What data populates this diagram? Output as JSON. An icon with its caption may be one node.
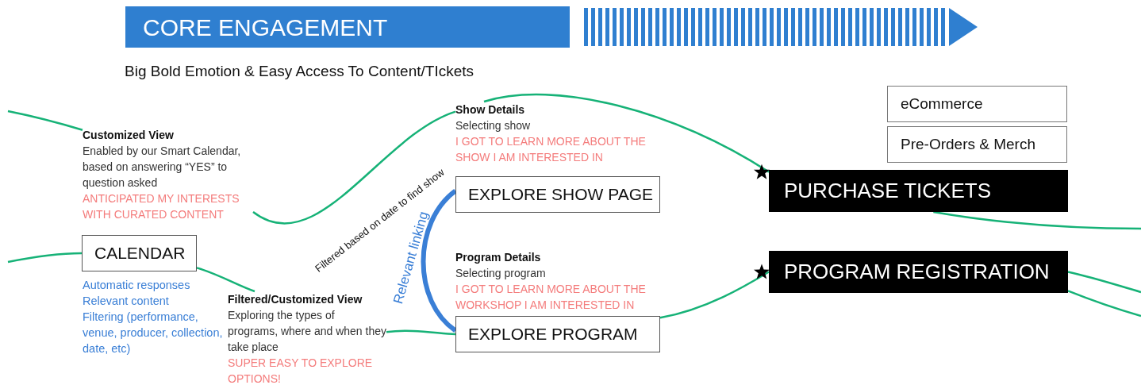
{
  "diagram": {
    "title": "CORE ENGAGEMENT",
    "nodes": [
      {
        "text": [
          "Customized View",
          "Enabled by our Smart Calendar, based on answering “YES” to question asked",
          "ANTICIPATED MY INTERESTS WITH CURATED CONTENT"
        ]
      },
      {
        "text": [
          "CALENDAR"
        ],
        "beside": [
          "Automatic responses",
          "Relevant content",
          "Filtering (performance, venue, producer, collection, date, etc)"
        ]
      },
      {
        "text": [
          "Filtered/Customized View",
          "Exploring the types of programs, where and when they take place",
          "SUPER EASY TO EXPLORE OPTIONS!"
        ]
      },
      {
        "text": [
          "Show Details",
          "Selecting show",
          "I GOT TO LEARN MORE ABOUT THE SHOW I AM INTERESTED IN"
        ]
      },
      {
        "text": [
          "EXPLORE SHOW PAGE"
        ]
      },
      {
        "text": [
          "Program Details",
          "Selecting program",
          "I GOT TO LEARN MORE ABOUT THE WORKSHOP I AM INTERESTED IN"
        ]
      },
      {
        "text": [
          "EXPLORE PROGRAM"
        ]
      },
      {
        "text": [
          "eCommerce"
        ]
      },
      {
        "text": [
          "Pre-Orders & Merch"
        ]
      },
      {
        "text": [
          "PURCHASE TICKETS"
        ]
      },
      {
        "text": [
          "PROGRAM REGISTRATION"
        ]
      }
    ],
    "edges": [
      {
        "from": null,
        "to": 0,
        "arrow": "none"
      },
      {
        "from": 0,
        "to": 3,
        "arrow": "none",
        "label": "Filtered based on date to find show"
      },
      {
        "from": null,
        "to": 1,
        "arrow": "none"
      },
      {
        "from": 1,
        "to": 2,
        "arrow": "none"
      },
      {
        "from": 2,
        "to": 6,
        "arrow": "none"
      },
      {
        "from": 4,
        "to": 6,
        "arrow": "none",
        "label": "Relevant linking",
        "style": "thick",
        "color": "#3a7fd6"
      },
      {
        "from": 3,
        "to": 9,
        "arrow": "other"
      },
      {
        "from": 6,
        "to": 10,
        "arrow": "other"
      },
      {
        "from": 9,
        "to": null,
        "arrow": "none"
      },
      {
        "from": 10,
        "to": null,
        "arrow": "none"
      },
      {
        "from": 10,
        "to": null,
        "arrow": "none"
      }
    ],
    "labels": [
      "Big Bold Emotion & Easy Access To Content/TIckets"
    ]
  }
}
